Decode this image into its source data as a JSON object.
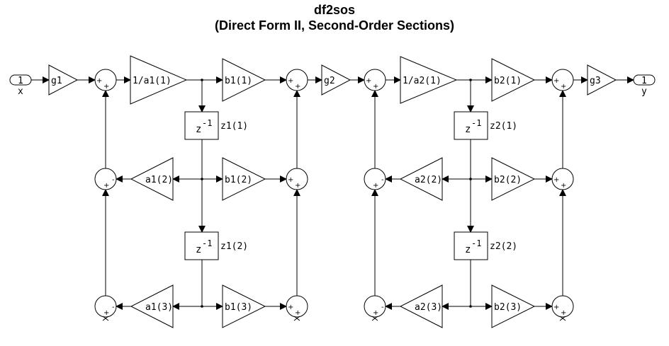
{
  "title": "df2sos",
  "subtitle": "(Direct Form II, Second-Order Sections)",
  "input_port": {
    "number": "1",
    "label": "x"
  },
  "output_port": {
    "number": "1",
    "label": "y"
  },
  "gains": {
    "g1": "g1",
    "g2": "g2",
    "g3": "g3"
  },
  "sections": [
    {
      "scale": "1/a1(1)",
      "num": [
        "b1(1)",
        "b1(2)",
        "b1(3)"
      ],
      "den": [
        "a1(2)",
        "a1(3)"
      ],
      "delays": [
        "z1(1)",
        "z1(2)"
      ]
    },
    {
      "scale": "1/a2(1)",
      "num": [
        "b2(1)",
        "b2(2)",
        "b2(3)"
      ],
      "den": [
        "a2(2)",
        "a2(3)"
      ],
      "delays": [
        "z2(1)",
        "z2(2)"
      ]
    }
  ],
  "delay_symbol": {
    "base": "z",
    "exp": "-1"
  },
  "signs": {
    "plus": "+",
    "minus": "-"
  }
}
